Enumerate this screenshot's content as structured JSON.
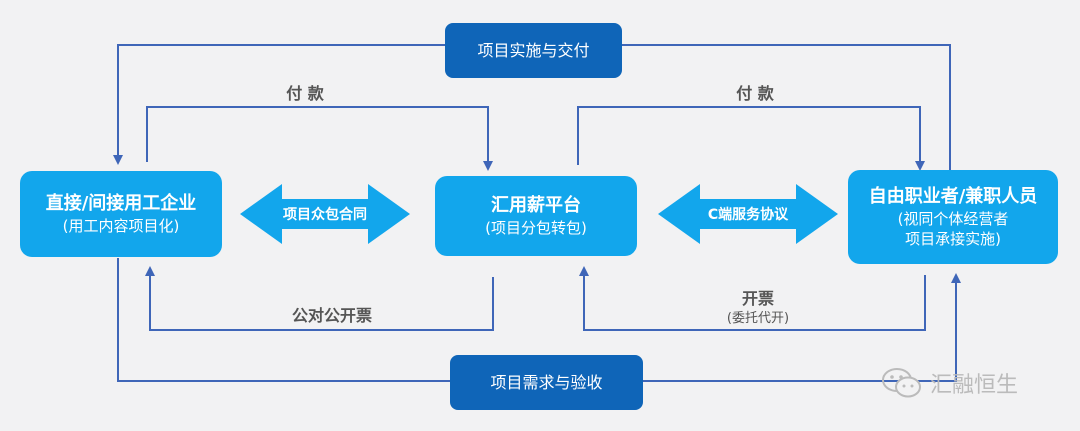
{
  "nodes": {
    "client": {
      "title": "直接/间接用工企业",
      "sub": "(用工内容项目化)"
    },
    "platform": {
      "title": "汇用薪平台",
      "sub": "(项目分包转包)"
    },
    "freelancer": {
      "title": "自由职业者/兼职人员",
      "sub1": "(视同个体经营者",
      "sub2": "项目承接实施)"
    },
    "delivery": {
      "title": "项目实施与交付"
    },
    "demand": {
      "title": "项目需求与验收"
    }
  },
  "arrows": {
    "left_contract": "项目众包合同",
    "right_contract": "C端服务协议"
  },
  "labels": {
    "pay_left": "付 款",
    "pay_right": "付 款",
    "invoice_left": "公对公开票",
    "invoice_right": "开票",
    "invoice_right_sub": "(委托代开)"
  },
  "watermark": {
    "text": "汇融恒生",
    "icon": "wechat-icon"
  },
  "colors": {
    "light_box": "#12a6ec",
    "dark_box": "#0f65b8",
    "line": "#3f66b8",
    "background": "#f2f2f3"
  }
}
